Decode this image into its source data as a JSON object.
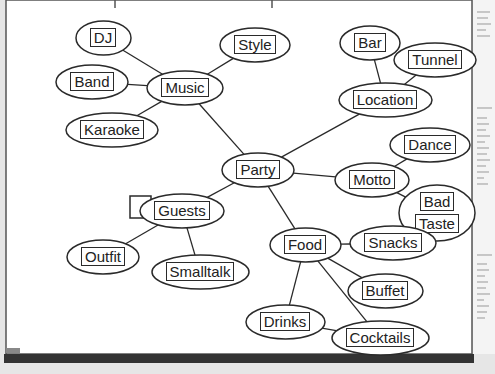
{
  "diagram": {
    "nodes": [
      {
        "text": [
          "DJ"
        ]
      },
      {
        "text": [
          "Style"
        ]
      },
      {
        "text": [
          "Bar"
        ]
      },
      {
        "text": [
          "Tunnel"
        ]
      },
      {
        "text": [
          "Band"
        ]
      },
      {
        "text": [
          "Music"
        ]
      },
      {
        "text": [
          "Location"
        ]
      },
      {
        "text": [
          "Karaoke"
        ]
      },
      {
        "text": [
          "Dance"
        ]
      },
      {
        "text": [
          "Party"
        ]
      },
      {
        "text": [
          "Motto"
        ]
      },
      {
        "text": [
          "Bad Taste"
        ]
      },
      {
        "text": [
          "Guests"
        ]
      },
      {
        "text": [
          "Snacks"
        ]
      },
      {
        "text": [
          "Food"
        ]
      },
      {
        "text": [
          "Outfit"
        ]
      },
      {
        "text": [
          "Smalltalk"
        ]
      },
      {
        "text": [
          "Buffet"
        ]
      },
      {
        "text": [
          "Drinks"
        ]
      },
      {
        "text": [
          "Cocktails"
        ]
      }
    ],
    "edges": [
      {
        "from": 9,
        "to": 5,
        "arrow": "none"
      },
      {
        "from": 5,
        "to": 0,
        "arrow": "none"
      },
      {
        "from": 5,
        "to": 1,
        "arrow": "none"
      },
      {
        "from": 5,
        "to": 4,
        "arrow": "none"
      },
      {
        "from": 5,
        "to": 7,
        "arrow": "none"
      },
      {
        "from": 9,
        "to": 6,
        "arrow": "none"
      },
      {
        "from": 6,
        "to": 2,
        "arrow": "none"
      },
      {
        "from": 6,
        "to": 3,
        "arrow": "none"
      },
      {
        "from": 9,
        "to": 10,
        "arrow": "none"
      },
      {
        "from": 10,
        "to": 8,
        "arrow": "none"
      },
      {
        "from": 10,
        "to": 11,
        "arrow": "none"
      },
      {
        "from": 9,
        "to": 12,
        "arrow": "none"
      },
      {
        "from": 12,
        "to": 15,
        "arrow": "none"
      },
      {
        "from": 12,
        "to": 16,
        "arrow": "none"
      },
      {
        "from": 9,
        "to": 14,
        "arrow": "none"
      },
      {
        "from": 14,
        "to": 13,
        "arrow": "none"
      },
      {
        "from": 14,
        "to": 17,
        "arrow": "none"
      },
      {
        "from": 14,
        "to": 18,
        "arrow": "none"
      },
      {
        "from": 14,
        "to": 19,
        "arrow": "none"
      },
      {
        "from": 18,
        "to": 19,
        "arrow": "none"
      }
    ]
  }
}
